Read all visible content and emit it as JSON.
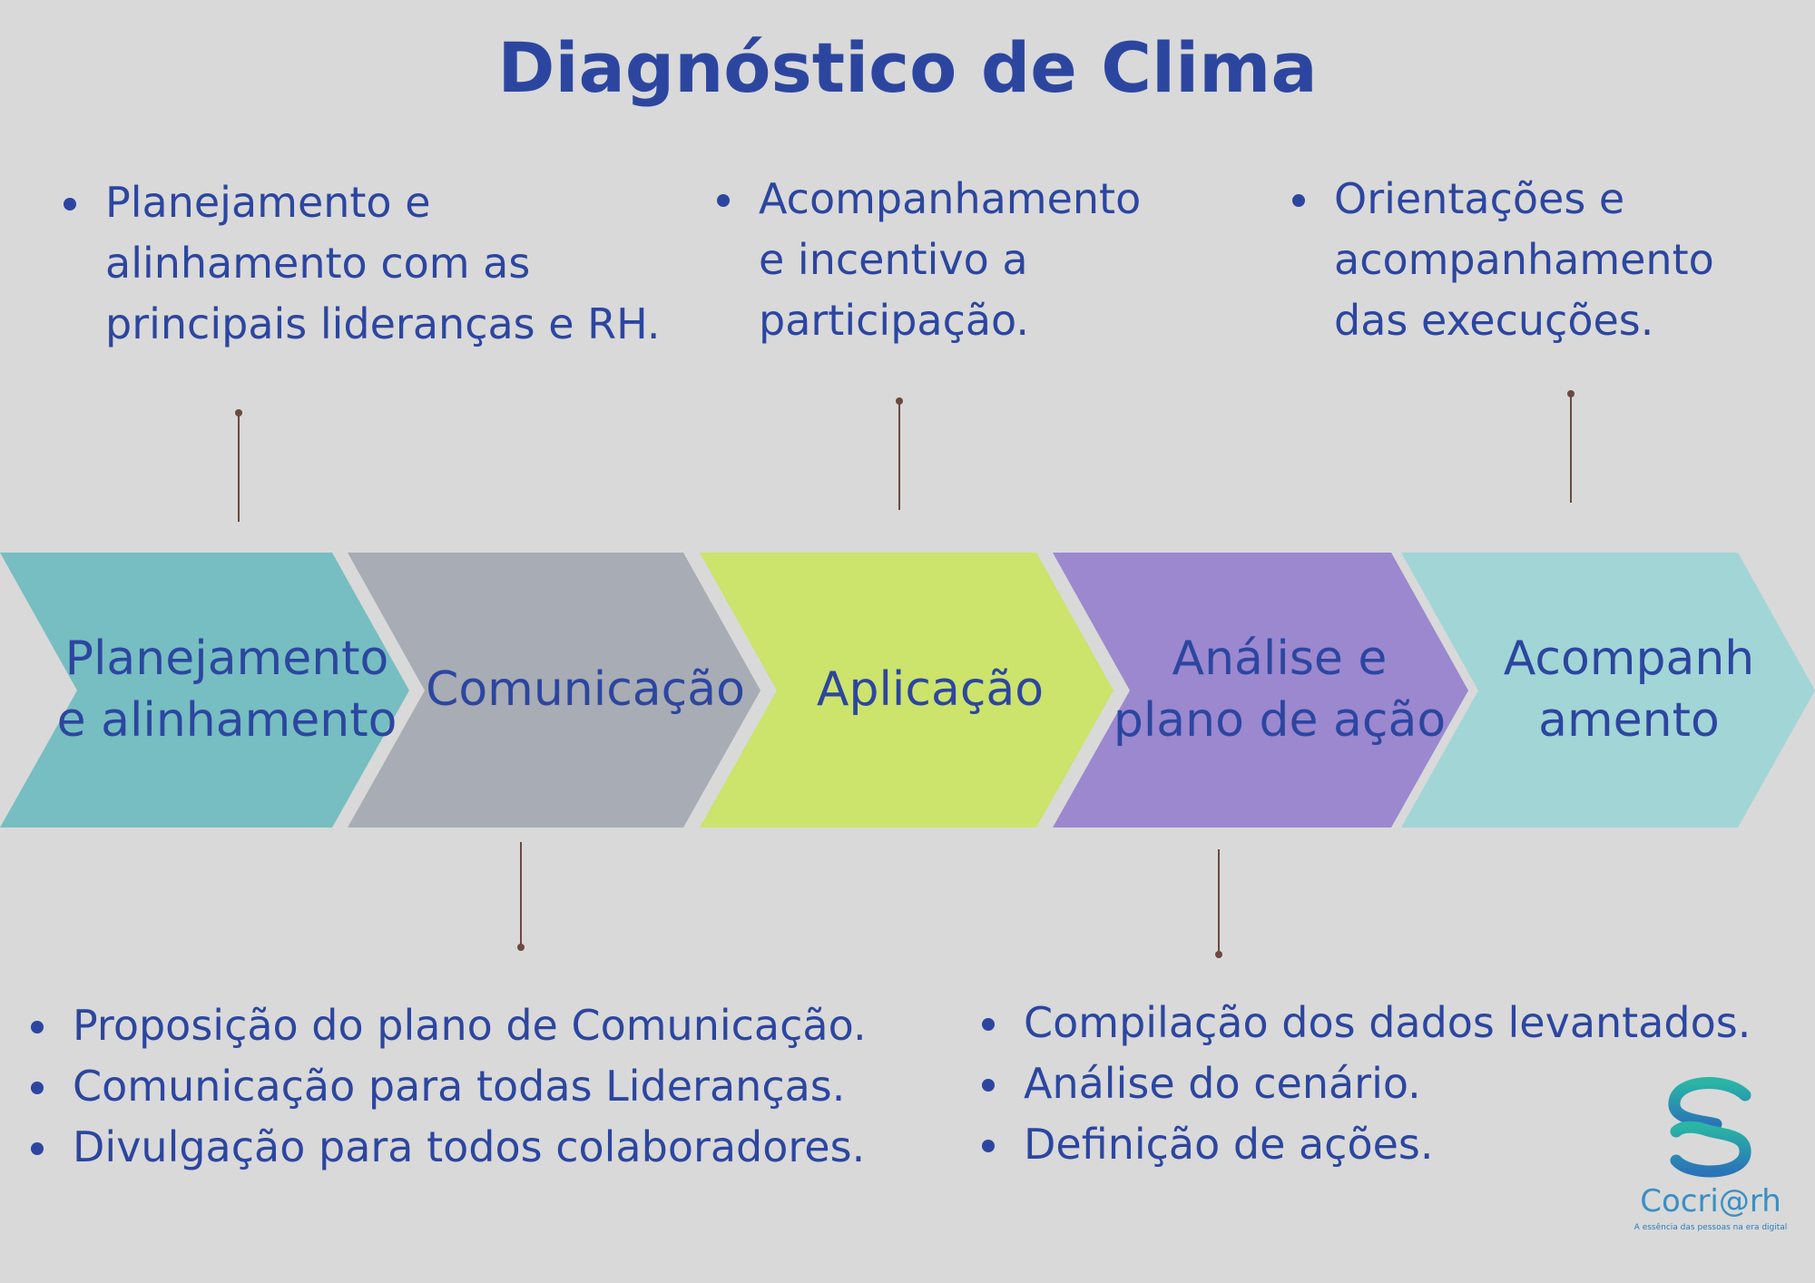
{
  "title": "Diagnóstico de Clima",
  "steps": [
    {
      "label": "Planejamento e alinhamento",
      "color": "#76bec1"
    },
    {
      "label": "Comunicação",
      "color": "#a8acb4"
    },
    {
      "label": "Aplicação",
      "color": "#cce36c"
    },
    {
      "label": "Análise e plano de ação",
      "color": "#9b88cf"
    },
    {
      "label": "Acompanhamento",
      "color": "#a2d5d6"
    }
  ],
  "notes": {
    "planejamento": [
      "Planejamento e",
      "alinhamento com as",
      "principais lideranças e RH."
    ],
    "comunicacao": [
      "Proposição do plano de Comunicação.",
      "Comunicação para todas Lideranças.",
      "Divulgação para todos colaboradores."
    ],
    "aplicacao": [
      "Acompanhamento",
      "e incentivo a",
      "participação."
    ],
    "analise": [
      "Compilação dos dados levantados.",
      "Análise do cenário.",
      "Definição de ações."
    ],
    "acompanhamento": [
      "Orientações e",
      "acompanhamento",
      "das execuções."
    ]
  },
  "logo": {
    "name": "Cocri@rh",
    "tagline": "A essência das pessoas na era digital",
    "colors": [
      "#2ab5a5",
      "#2a74b8"
    ]
  },
  "colors": {
    "text": "#2c46a0",
    "connector": "#6b4a42",
    "background": "#d9d9d9"
  }
}
